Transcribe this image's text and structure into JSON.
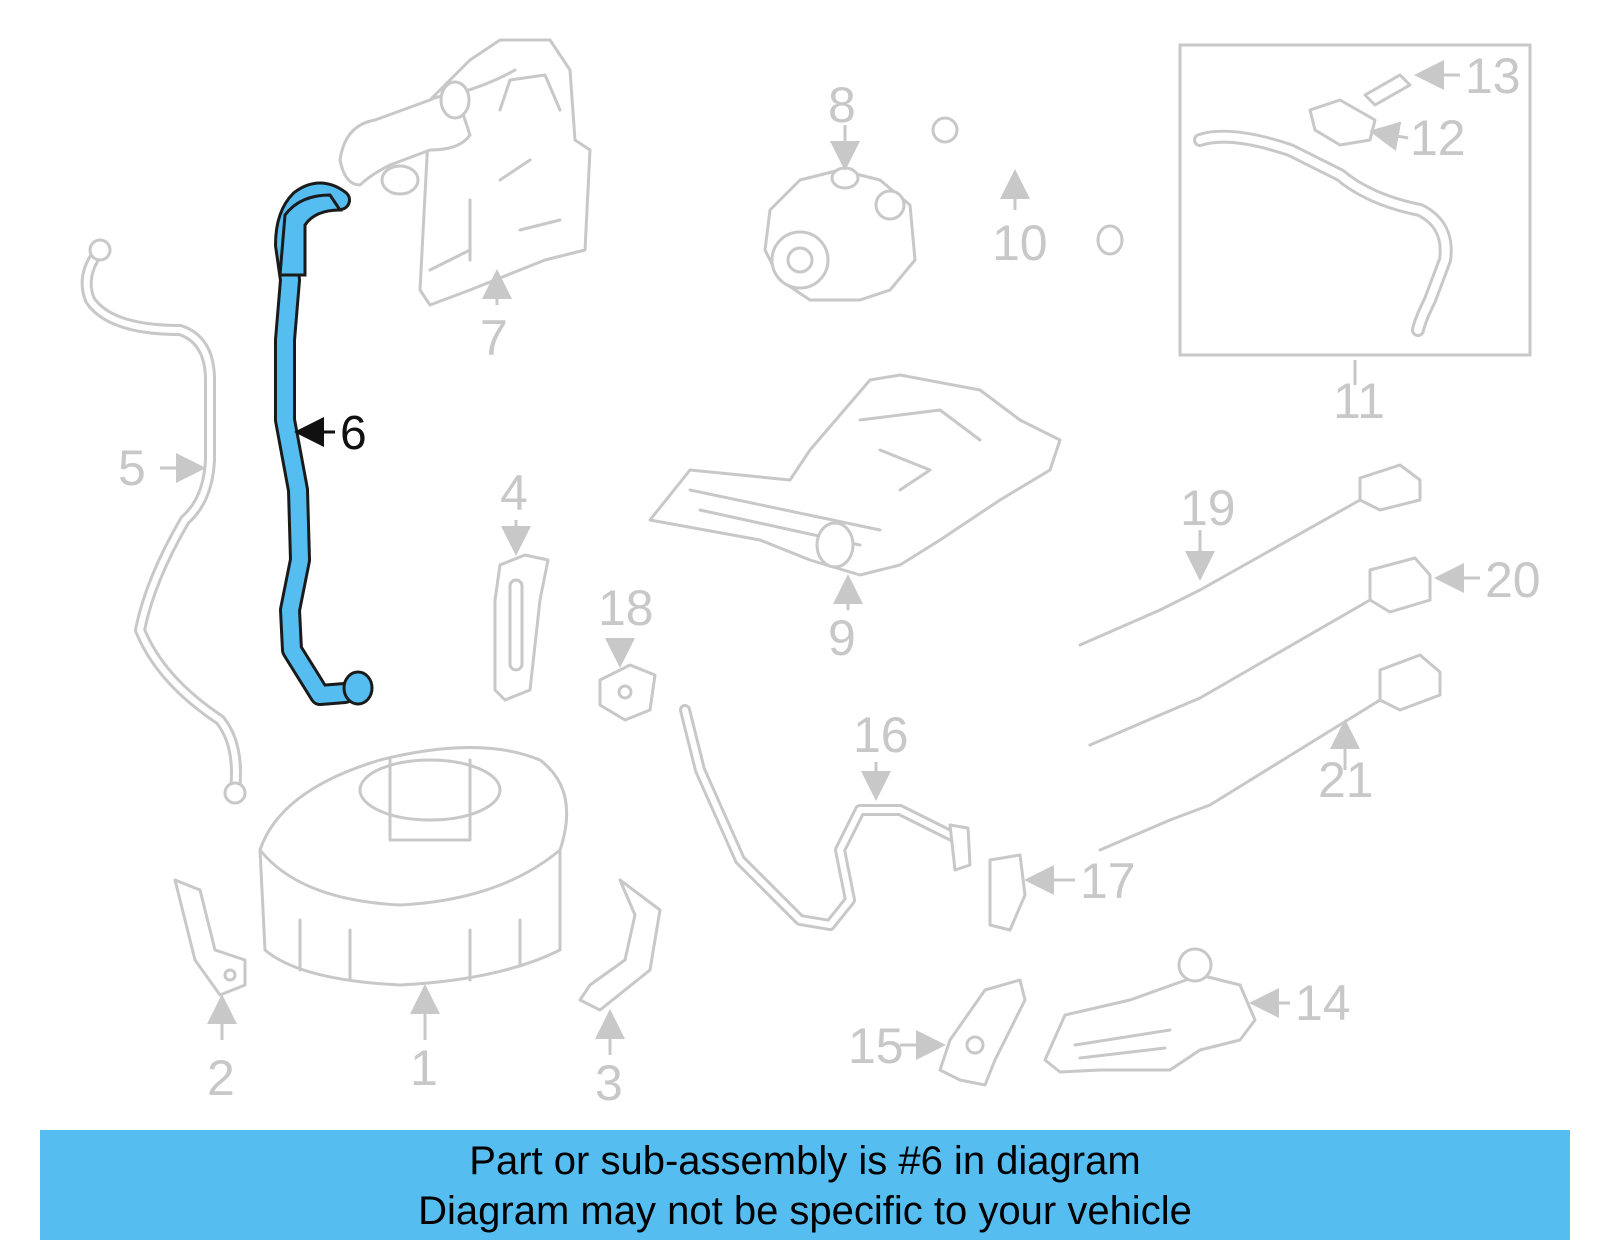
{
  "colors": {
    "highlight": "#55bdf0",
    "muted": "#c8c8c8",
    "banner": "#55bdf0"
  },
  "callouts": {
    "c1": "1",
    "c2": "2",
    "c3": "3",
    "c4": "4",
    "c5": "5",
    "c6": "6",
    "c7": "7",
    "c8": "8",
    "c9": "9",
    "c10": "10",
    "c11": "11",
    "c12": "12",
    "c13": "13",
    "c14": "14",
    "c15": "15",
    "c16": "16",
    "c17": "17",
    "c18": "18",
    "c19": "19",
    "c20": "20",
    "c21": "21"
  },
  "highlighted_part": "6",
  "banner": {
    "line1": "Part or sub-assembly is #6 in diagram",
    "line2": "Diagram may not be specific to your vehicle"
  }
}
